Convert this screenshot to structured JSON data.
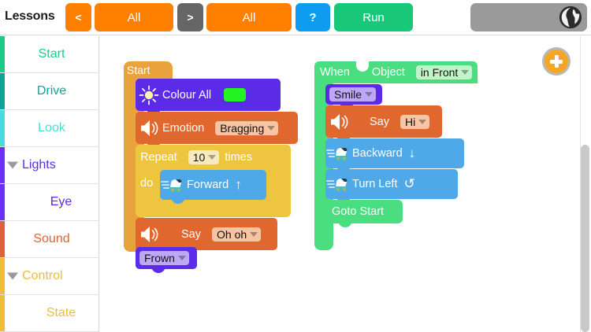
{
  "toolbar": {
    "lessons_label": "Lessons",
    "prev_label": "<",
    "category_label": "All",
    "next_label": ">",
    "lesson_label": "All",
    "help_label": "?",
    "run_label": "Run",
    "globe_icon": "globe-icon",
    "colors": {
      "orange": "#FF8000",
      "gray": "#666666",
      "blue": "#0D9CEF",
      "green": "#18C878",
      "connection_bar": "#9a9a9a"
    }
  },
  "sidebar": {
    "items": [
      {
        "label": "Start",
        "color": "#1FC98A",
        "strip": "#1FC98A",
        "caret": false,
        "indent": false
      },
      {
        "label": "Drive",
        "color": "#11A396",
        "strip": "#11A396",
        "caret": false,
        "indent": false
      },
      {
        "label": "Look",
        "color": "#4BDBDB",
        "strip": "#4BDBDB",
        "caret": false,
        "indent": false
      },
      {
        "label": "Lights",
        "color": "#5B2BE8",
        "strip": "#6A30F5",
        "caret": true,
        "indent": false
      },
      {
        "label": "Eye",
        "color": "#5B2BE8",
        "strip": "#6A30F5",
        "caret": false,
        "indent": true
      },
      {
        "label": "Sound",
        "color": "#E0603A",
        "strip": "#E0603A",
        "caret": false,
        "indent": false
      },
      {
        "label": "Control",
        "color": "#ECBE3C",
        "strip": "#ECBE3C",
        "caret": true,
        "indent": false
      },
      {
        "label": "State",
        "color": "#ECBE3C",
        "strip": "#ECBE3C",
        "caret": false,
        "indent": true
      }
    ]
  },
  "workspace": {
    "add_button_icon": "plus-icon",
    "scrollbar": "vertical-scrollbar",
    "script_start": {
      "hat_label": "Start",
      "hat_color": "#E8A33D",
      "blocks": [
        {
          "id": "colour-all",
          "label": "Colour All",
          "icon": "sun-icon",
          "color": "#5B2BE8",
          "swatch": "#22F522"
        },
        {
          "id": "emotion",
          "label": "Emotion",
          "icon": "speaker-icon",
          "color": "#E0682F",
          "dropdown": "Bragging",
          "dropdown_bg": "#F7C4A4"
        },
        {
          "id": "repeat",
          "label_before": "Repeat",
          "label_after": "times",
          "do_label": "do",
          "count": "10",
          "color": "#EEC53E",
          "dropdown_bg": "#F6EBBE",
          "child": {
            "id": "forward",
            "label": "Forward",
            "icon": "robot-car-icon",
            "arrow": "↑",
            "color": "#4FA9E8"
          }
        },
        {
          "id": "say",
          "label": "Say",
          "icon": "speaker-icon",
          "color": "#E0682F",
          "dropdown": "Oh oh",
          "dropdown_bg": "#F7C4A4"
        },
        {
          "id": "frown",
          "color": "#5B2BE8",
          "dropdown": "Frown",
          "dropdown_bg": "#BDA8F5"
        }
      ]
    },
    "script_when": {
      "hat_label": "When",
      "hat_color": "#4ADE80",
      "sensor_label": "Object",
      "sensor_dropdown": "in Front",
      "sensor_dropdown_bg": "#BFF5C8",
      "blocks": [
        {
          "id": "smile",
          "color": "#5B2BE8",
          "dropdown": "Smile",
          "dropdown_bg": "#BDA8F5"
        },
        {
          "id": "say-hi",
          "label": "Say",
          "icon": "speaker-icon",
          "color": "#E0682F",
          "dropdown": "Hi",
          "dropdown_bg": "#F7C4A4"
        },
        {
          "id": "backward",
          "label": "Backward",
          "icon": "robot-car-icon",
          "arrow": "↓",
          "color": "#4FA9E8"
        },
        {
          "id": "turn-left",
          "label": "Turn Left",
          "icon": "robot-car-icon",
          "arrow": "↺",
          "color": "#4FA9E8"
        },
        {
          "id": "goto-start",
          "label": "Goto Start",
          "color": "#4ADE80"
        }
      ]
    }
  }
}
